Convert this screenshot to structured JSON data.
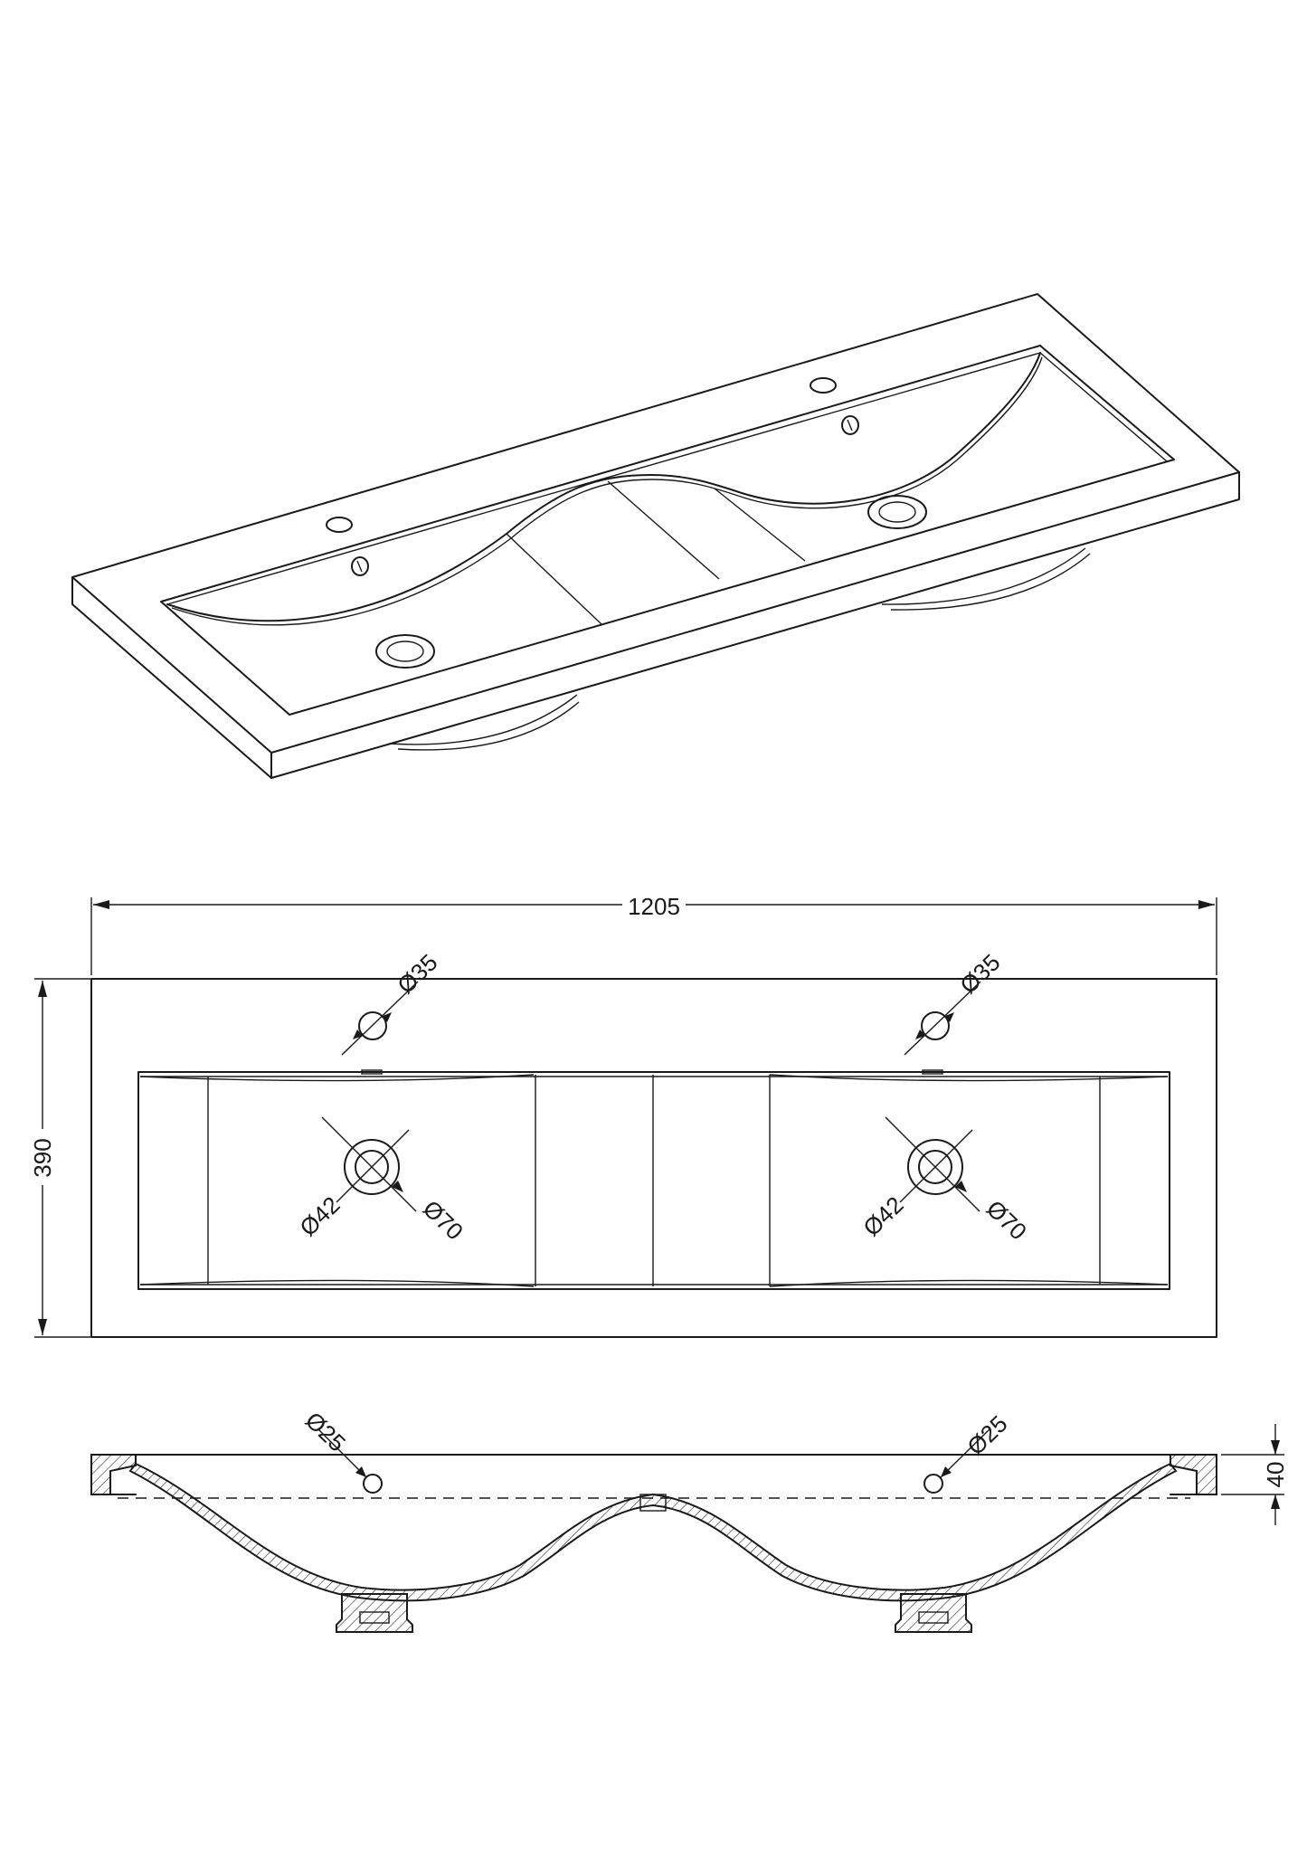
{
  "drawing": {
    "title": "",
    "color": "#1a1a1a"
  },
  "dimensions": {
    "overall_width": "1205",
    "overall_depth": "390",
    "height": "40",
    "tap_hole_left": "Ø35",
    "tap_hole_right": "Ø35",
    "waste_inner_left": "Ø42",
    "waste_outer_left": "Ø70",
    "waste_inner_right": "Ø42",
    "waste_outer_right": "Ø70",
    "overflow_left": "Ø25",
    "overflow_right": "Ø25"
  }
}
